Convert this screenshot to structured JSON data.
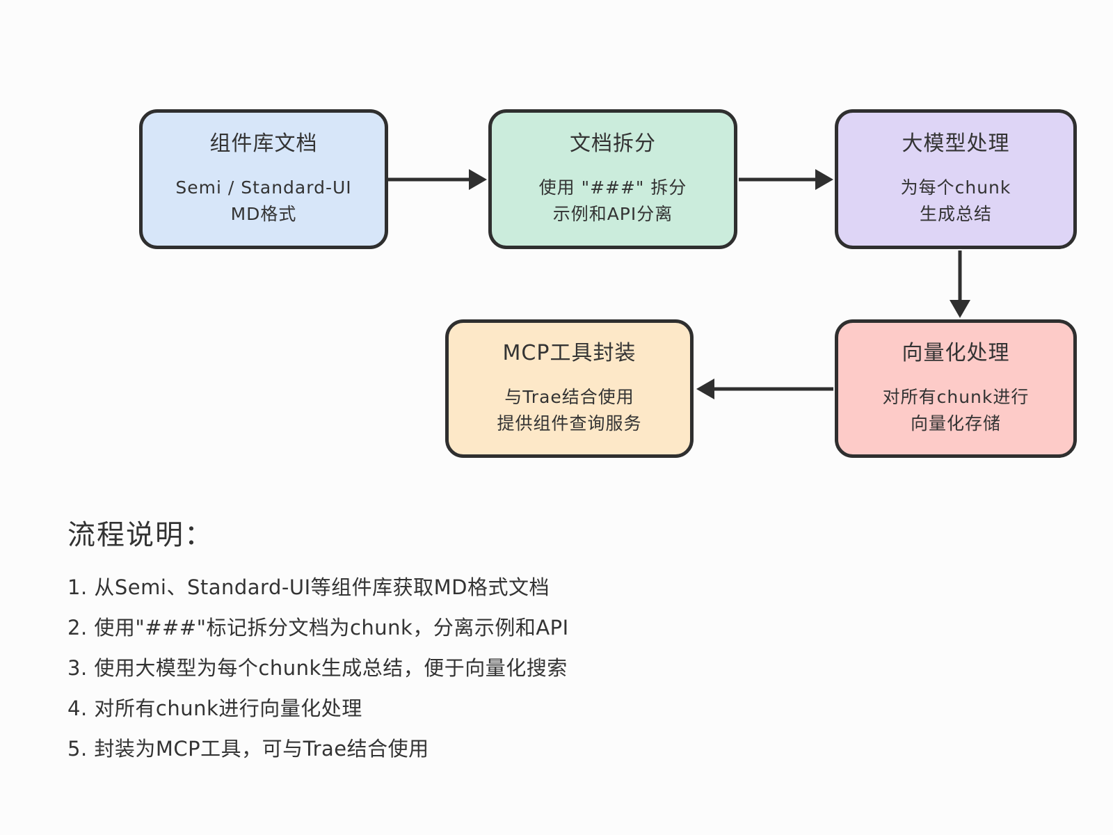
{
  "canvas": {
    "background": "#fcfcfc",
    "stroke_color": "#2f2f2f",
    "text_color": "#333333"
  },
  "flowchart": {
    "nodes": [
      {
        "id": "component-docs",
        "title": "组件库文档",
        "body": [
          "Semi / Standard-UI",
          "MD格式"
        ],
        "fill": "#d7e6f9"
      },
      {
        "id": "doc-split",
        "title": "文档拆分",
        "body": [
          "使用 \"###\" 拆分",
          "示例和API分离"
        ],
        "fill": "#cbecdc"
      },
      {
        "id": "llm-process",
        "title": "大模型处理",
        "body": [
          "为每个chunk",
          "生成总结"
        ],
        "fill": "#ded5f6"
      },
      {
        "id": "mcp-tool",
        "title": "MCP工具封装",
        "body": [
          "与Trae结合使用",
          "提供组件查询服务"
        ],
        "fill": "#fde8c8"
      },
      {
        "id": "vectorize",
        "title": "向量化处理",
        "body": [
          "对所有chunk进行",
          "向量化存储"
        ],
        "fill": "#fdcbc8"
      }
    ],
    "connections": [
      {
        "from": "component-docs",
        "to": "doc-split"
      },
      {
        "from": "doc-split",
        "to": "llm-process"
      },
      {
        "from": "llm-process",
        "to": "vectorize"
      },
      {
        "from": "vectorize",
        "to": "mcp-tool"
      }
    ]
  },
  "notes": {
    "title": "流程说明：",
    "items": [
      "1. 从Semi、Standard-UI等组件库获取MD格式文档",
      "2. 使用\"###\"标记拆分文档为chunk，分离示例和API",
      "3. 使用大模型为每个chunk生成总结，便于向量化搜索",
      "4. 对所有chunk进行向量化处理",
      "5. 封装为MCP工具，可与Trae结合使用"
    ]
  }
}
